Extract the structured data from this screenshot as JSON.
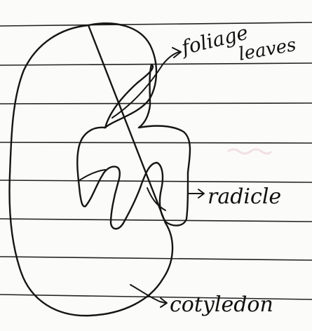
{
  "labels": {
    "foliage_leaves_line1": "foliage",
    "foliage_leaves_line2": "leaves",
    "radicle": "radicle",
    "cotyledon": "cotyledon"
  },
  "colors": {
    "paper": "#fbfbfa",
    "ink": "#151515",
    "rule": "#222222",
    "bleed_through": "#e9c6cf"
  }
}
